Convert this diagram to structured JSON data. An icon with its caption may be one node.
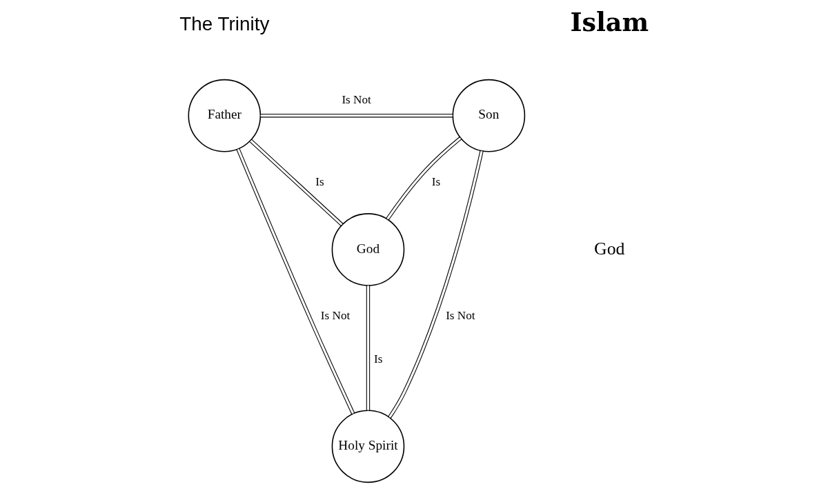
{
  "diagram": {
    "nodes": [
      {
        "text": [
          "Father"
        ]
      },
      {
        "text": [
          "Son"
        ]
      },
      {
        "text": [
          "God"
        ]
      },
      {
        "text": [
          "Holy Spirit"
        ]
      }
    ],
    "edges": [
      {
        "from": 0,
        "to": 1,
        "arrow": "none",
        "label": "Is Not"
      },
      {
        "from": 0,
        "to": 2,
        "arrow": "none",
        "label": "Is"
      },
      {
        "from": 1,
        "to": 2,
        "arrow": "none",
        "label": "Is"
      },
      {
        "from": 0,
        "to": 3,
        "arrow": "none",
        "label": "Is Not"
      },
      {
        "from": 2,
        "to": 3,
        "arrow": "none",
        "label": "Is"
      },
      {
        "from": 1,
        "to": 3,
        "arrow": "none",
        "label": "Is Not"
      }
    ],
    "labels": [
      "The Trinity",
      "Islam",
      "God"
    ]
  }
}
